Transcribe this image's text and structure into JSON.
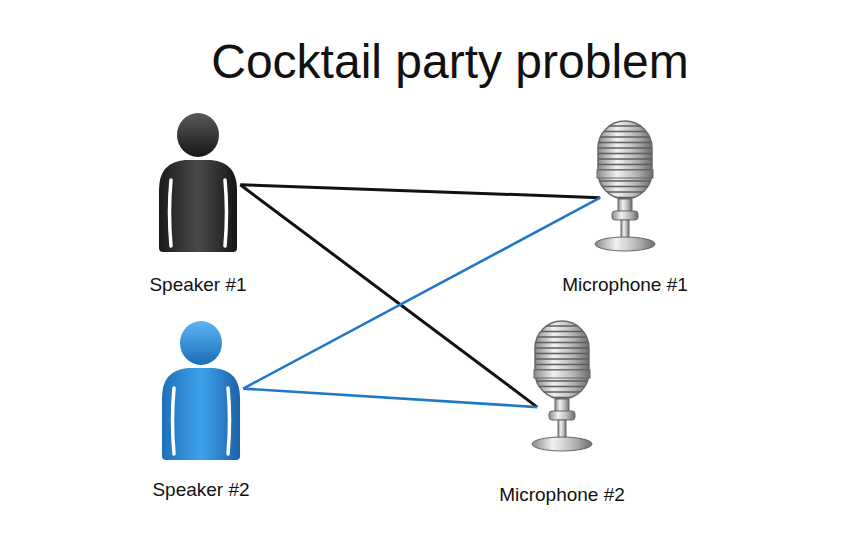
{
  "diagram": {
    "title": "Cocktail party problem",
    "nodes": [
      {
        "text": [
          "Speaker #1"
        ]
      },
      {
        "text": [
          "Speaker #2"
        ]
      },
      {
        "text": [
          "Microphone #1"
        ]
      },
      {
        "text": [
          "Microphone #2"
        ]
      }
    ],
    "edges": [
      {
        "from": 0,
        "to": 2,
        "arrow": "none"
      },
      {
        "from": 0,
        "to": 3,
        "arrow": "none"
      },
      {
        "from": 1,
        "to": 2,
        "arrow": "none"
      },
      {
        "from": 1,
        "to": 3,
        "arrow": "none"
      }
    ]
  }
}
